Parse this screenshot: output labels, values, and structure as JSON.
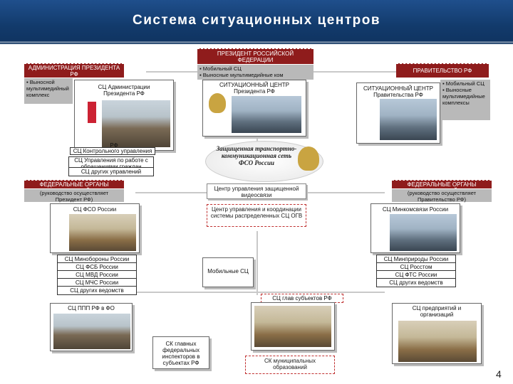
{
  "header": {
    "title": "Система ситуационных центров"
  },
  "page_number": "4",
  "president": {
    "band": "ПРЕЗИДЕНТ РОССИЙСКОЙ ФЕДЕРАЦИИ",
    "items": [
      "▪ Мобильный СЦ",
      "▪ Выносные мультимедийные ком"
    ],
    "center_label": "СИТУАЦИОННЫЙ ЦЕНТР Президента РФ"
  },
  "admin": {
    "band": "АДМИНИСТРАЦИЯ ПРЕЗИДЕНТА РФ",
    "side": "▪ Выносной мультимедийный комплекс",
    "center_label": "СЦ Администрации Президента РФ",
    "sub_labels": [
      "РФ",
      "СЦ Контрольного управления",
      "СЦ Управления по работе с обращениями граждан",
      "СЦ других управлений"
    ]
  },
  "government": {
    "band": "ПРАВИТЕЛЬСТВО РФ",
    "center_label": "СИТУАЦИОННЫЙ ЦЕНТР Правительства РФ",
    "items": [
      "▪ Мобильный СЦ",
      "▪ Выносные мультимедийные комплексы"
    ]
  },
  "center": {
    "network": "Защищенная транспортно-коммуникационная сеть ФСО России",
    "video": "Центр управления защищенной видеосвязи",
    "coordination": "Центр управления и координации системы распределенных СЦ ОГВ",
    "mobile": "Мобильные СЦ"
  },
  "fed_left": {
    "band": "ФЕДЕРАЛЬНЫЕ ОРГАНЫ ИСПОЛНИТЕЛЬНОЙ ВЛАСТИ",
    "sub": "(руководство осуществляет Президент РФ)",
    "top_label": "СЦ ФСО России",
    "labels": [
      "СЦ Минобороны России",
      "СЦ ФСБ России",
      "СЦ МВД России",
      "СЦ МЧС России",
      "СЦ других ведомств"
    ]
  },
  "fed_right": {
    "band": "ФЕДЕРАЛЬНЫЕ ОРГАНЫ ИСПОЛНИТЕЛЬНОЙ ВЛАСТИ",
    "sub": "(руководство осуществляет Правительство РФ)",
    "top_label": "СЦ Минкомсвязи России",
    "labels": [
      "СЦ Минприроды России",
      "СЦ Росстом",
      "СЦ ФТС России",
      "СЦ других ведомств"
    ]
  },
  "bottom": {
    "subjects": "СЦ глав субъектов РФ",
    "ppp": "СЦ ППП РФ в ФО",
    "enterprises": "СЦ предприятий и организаций",
    "inspectors": "СК главных федеральных инспекторов в субъектах РФ",
    "municipal": "СК муниципальных образований"
  }
}
